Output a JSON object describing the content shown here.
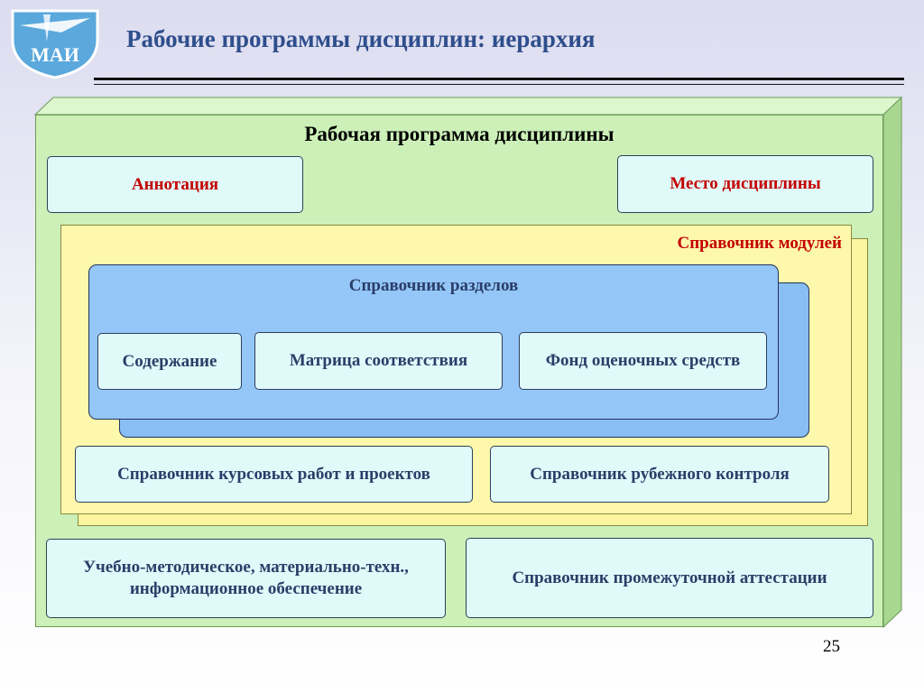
{
  "header": {
    "title": "Рабочие программы дисциплин: иерархия",
    "logo_text": "МАИ"
  },
  "diagram": {
    "outer": {
      "title": "Рабочая программа дисциплины",
      "annotation": "Аннотация",
      "place": "Место дисциплины",
      "support_line1": "Учебно-методическое, материально-техн.,",
      "support_line2": "информационное обеспечение",
      "interim_certification": "Справочник промежуточной аттестации"
    },
    "modules": {
      "label": "Справочник модулей",
      "coursework": "Справочник курсовых работ и проектов",
      "milestone_control": "Справочник рубежного контроля"
    },
    "sections": {
      "label": "Справочник разделов",
      "content": "Содержание",
      "matrix": "Матрица соответствия",
      "assessment_fund": "Фонд оценочных средств"
    }
  },
  "footer": {
    "page_number": "25"
  },
  "colors": {
    "title": "#2e4e8c",
    "outer_fill": "#ccf0b8",
    "modules_fill": "#fdf8ac",
    "sections_fill": "#94c6f8",
    "box_fill": "#e0fafa",
    "accent_red": "#c40000"
  }
}
